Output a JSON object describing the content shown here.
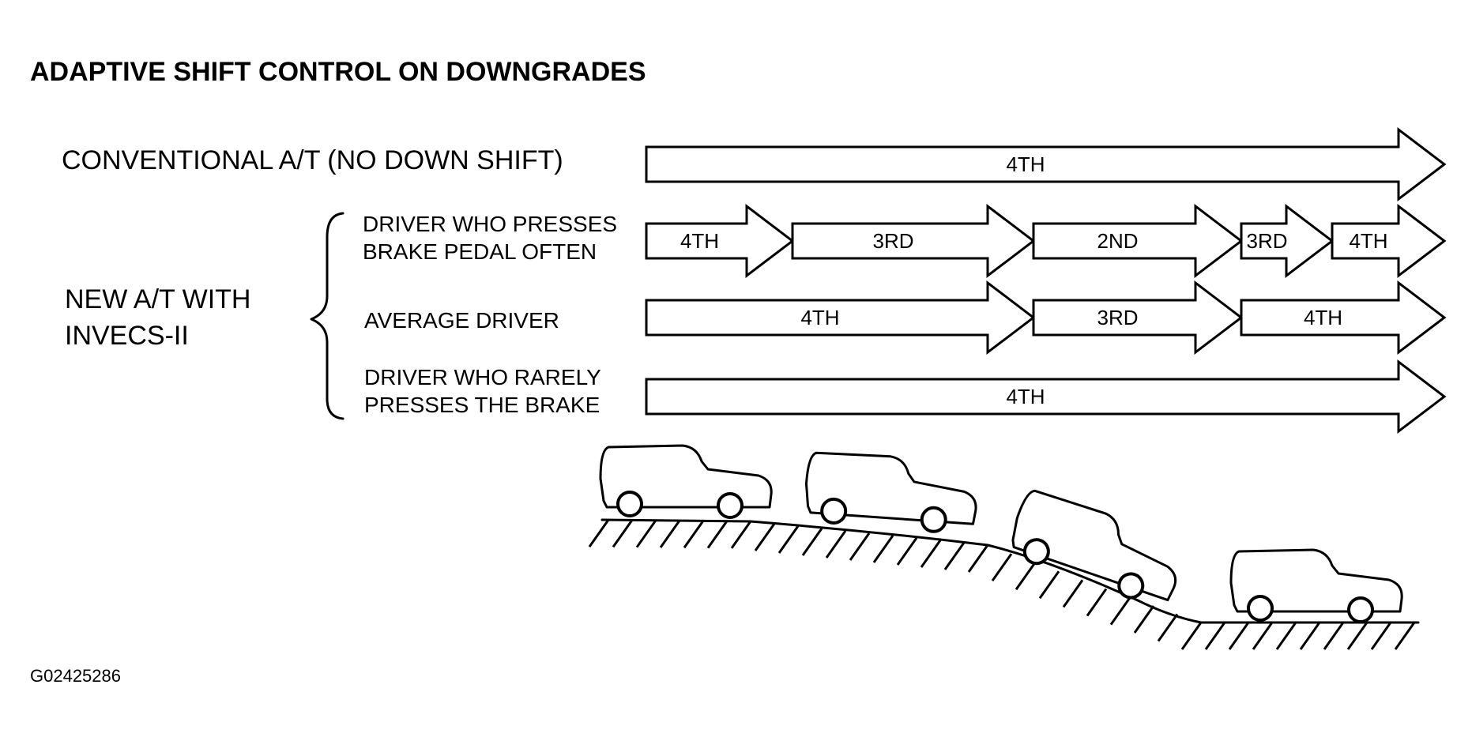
{
  "title": "ADAPTIVE SHIFT CONTROL ON DOWNGRADES",
  "conventional_label": "CONVENTIONAL A/T (NO DOWN SHIFT)",
  "new_at_label": [
    "NEW A/T WITH",
    "INVECS-II"
  ],
  "rows": [
    {
      "id": "conventional",
      "driver": [],
      "segments": [
        "4TH"
      ]
    },
    {
      "id": "frequent-braker",
      "driver": [
        "DRIVER WHO PRESSES",
        "BRAKE PEDAL OFTEN"
      ],
      "segments": [
        "4TH",
        "3RD",
        "2ND",
        "3RD",
        "4TH"
      ]
    },
    {
      "id": "average",
      "driver": [
        "AVERAGE DRIVER"
      ],
      "segments": [
        "4TH",
        "3RD",
        "4TH"
      ]
    },
    {
      "id": "rare-braker",
      "driver": [
        "DRIVER WHO RARELY",
        "PRESSES THE BRAKE"
      ],
      "segments": [
        "4TH"
      ]
    }
  ],
  "figure_code": "G02425286"
}
